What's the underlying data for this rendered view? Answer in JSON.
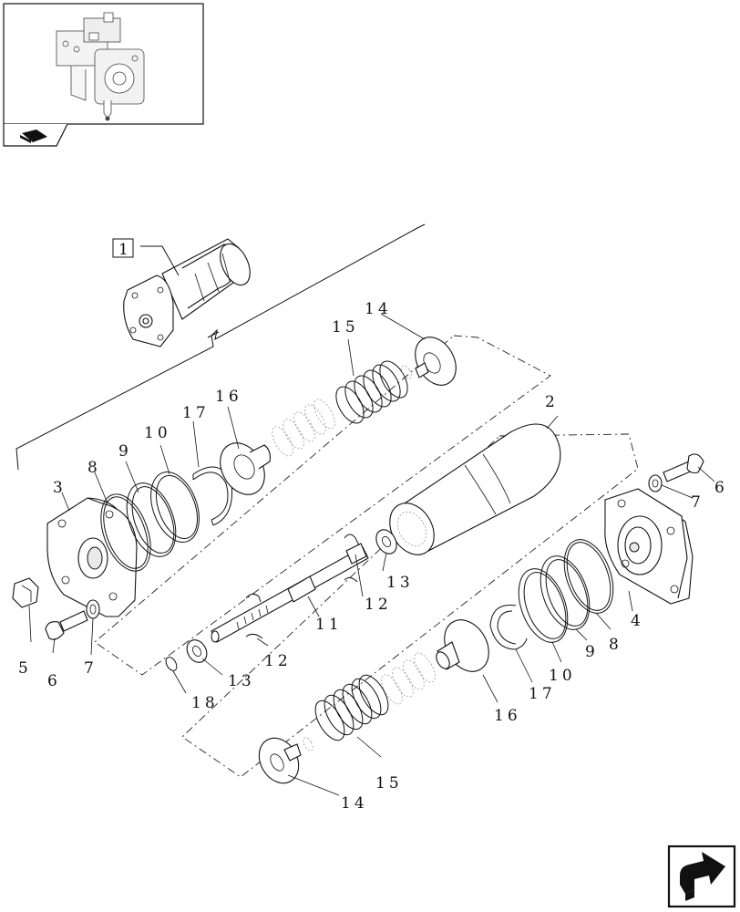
{
  "thumbnail": {
    "icon": "pump-thumbnail-icon",
    "tab_icon": "book-icon"
  },
  "nav": {
    "icon": "next-page-arrow-icon"
  },
  "callouts": {
    "ref_assembly": "1",
    "c2": "2",
    "c3": "3",
    "c4": "4",
    "c5": "5",
    "c6a": "6",
    "c6b": "6",
    "c7a": "7",
    "c7b": "7",
    "c8a": "8",
    "c8b": "8",
    "c9a": "9",
    "c9b": "9",
    "c10a": "10",
    "c10b": "10",
    "c11": "11",
    "c12a": "12",
    "c12b": "12",
    "c13a": "13",
    "c13b": "13",
    "c14a": "14",
    "c14b": "14",
    "c15a": "15",
    "c15b": "15",
    "c16a": "16",
    "c16b": "16",
    "c17a": "17",
    "c17b": "17",
    "c18": "18"
  }
}
